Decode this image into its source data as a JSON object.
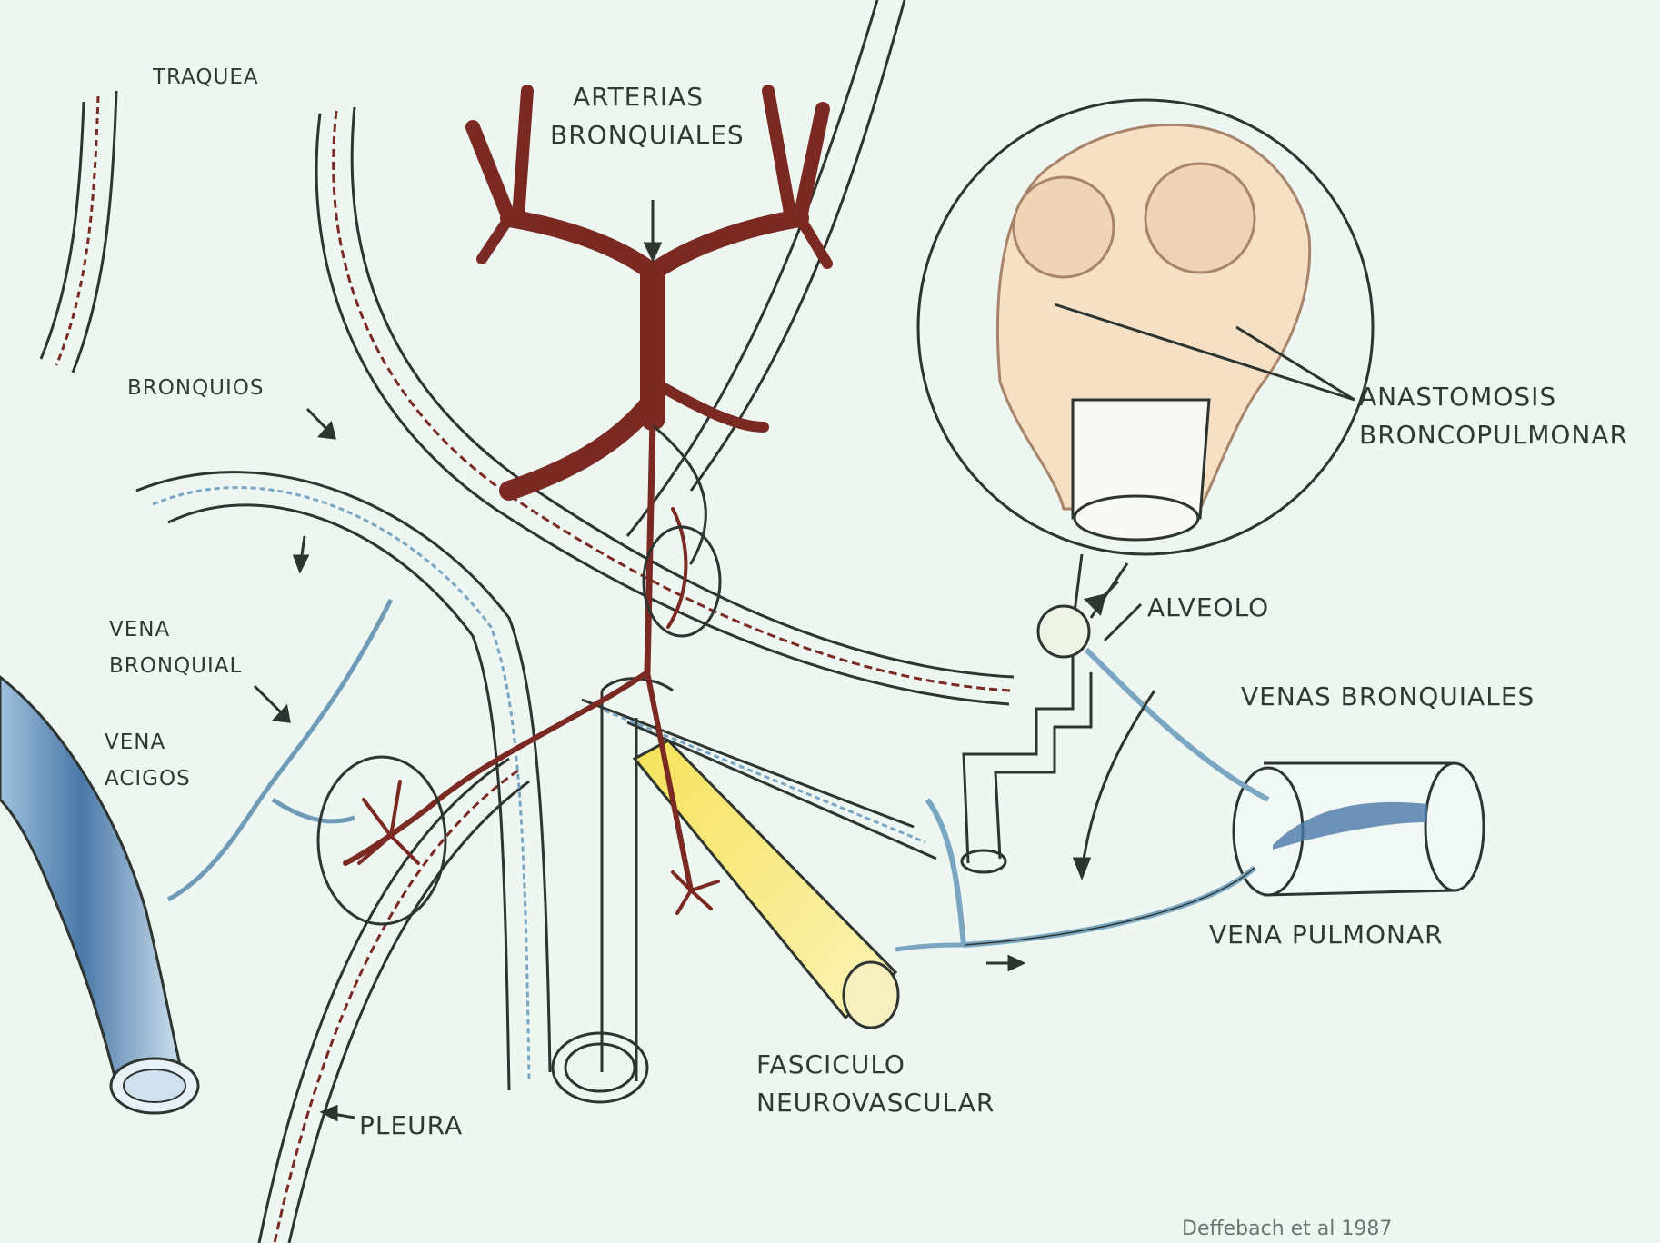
{
  "labels": {
    "traquea": "TRAQUEA",
    "arterias_bronquiales_1": "ARTERIAS",
    "arterias_bronquiales_2": "BRONQUIALES",
    "bronquios": "BRONQUIOS",
    "anastomosis_1": "ANASTOMOSIS",
    "anastomosis_2": "BRONCOPULMONAR",
    "alveolo": "ALVEOLO",
    "venas_bronquiales": "VENAS BRONQUIALES",
    "vena_bronquial_1": "VENA",
    "vena_bronquial_2": "BRONQUIAL",
    "vena_acigos_1": "VENA",
    "vena_acigos_2": "ACIGOS",
    "vena_pulmonar": "VENA PULMONAR",
    "fasciculo_1": "FASCICULO",
    "fasciculo_2": "NEUROVASCULAR",
    "pleura": "PLEURA",
    "credit": "Deffebach et al 1987"
  },
  "colors": {
    "background": "#eef6f2",
    "outline": "#2e3530",
    "artery": "#7a2a22",
    "vein": "#7aa6c2",
    "azygos": "#4a78a8",
    "nerve": "#f3e36a",
    "alveolus": "#e8c9a6"
  }
}
